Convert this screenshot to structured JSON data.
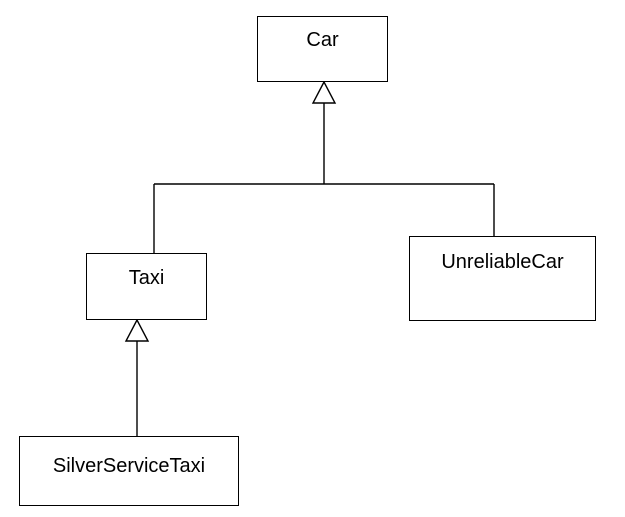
{
  "diagram": {
    "classes": {
      "car": "Car",
      "taxi": "Taxi",
      "unreliable_car": "UnreliableCar",
      "silver_service_taxi": "SilverServiceTaxi"
    },
    "relationships": [
      {
        "type": "generalization",
        "child": "Taxi",
        "parent": "Car"
      },
      {
        "type": "generalization",
        "child": "UnreliableCar",
        "parent": "Car"
      },
      {
        "type": "generalization",
        "child": "SilverServiceTaxi",
        "parent": "Taxi"
      }
    ],
    "colors": {
      "line": "#000000",
      "box_fill": "#ffffff",
      "background": "#ffffff"
    }
  }
}
